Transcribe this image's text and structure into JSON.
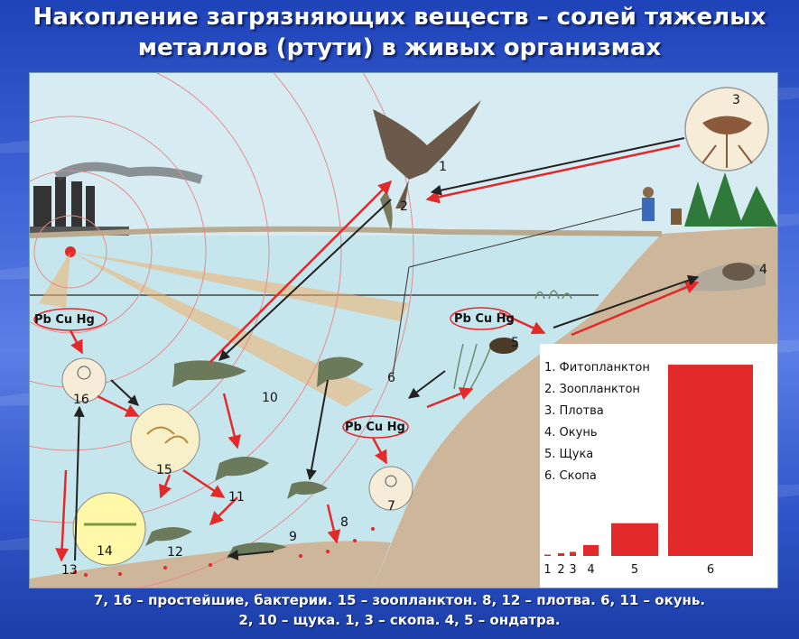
{
  "title": {
    "line1": "Накопление загрязняющих веществ – солей тяжелых",
    "line2": "металлов (ртути) в живых организмах"
  },
  "pollutant_label": "Pb Cu Hg",
  "diagram_numbers": [
    "1",
    "2",
    "3",
    "4",
    "5",
    "6",
    "7",
    "8",
    "9",
    "10",
    "11",
    "12",
    "13",
    "14",
    "15",
    "16"
  ],
  "chart_data": {
    "type": "bar",
    "categories": [
      "1",
      "2",
      "3",
      "4",
      "5",
      "6"
    ],
    "legend": [
      "1. Фитопланктон",
      "2. Зоопланктон",
      "3. Плотва",
      "4. Окунь",
      "5. Щука",
      "6. Скопа"
    ],
    "values": [
      0.5,
      1,
      1.5,
      4,
      12,
      70
    ],
    "ylim": [
      0,
      72
    ],
    "color": "#e32a2a"
  },
  "caption": {
    "line1": "7, 16 – простейшие, бактерии.    15 – зоопланктон.    8, 12 – плотва.    6, 11 – окунь.",
    "line2": "2, 10 – щука.    1, 3 – скопа.    4, 5 – ондатра."
  },
  "colors": {
    "arrow_red": "#e32a2a",
    "arrow_black": "#222222",
    "water": "#c6e6ee",
    "shore": "#cdb69a",
    "sky": "#d7ecf2"
  }
}
